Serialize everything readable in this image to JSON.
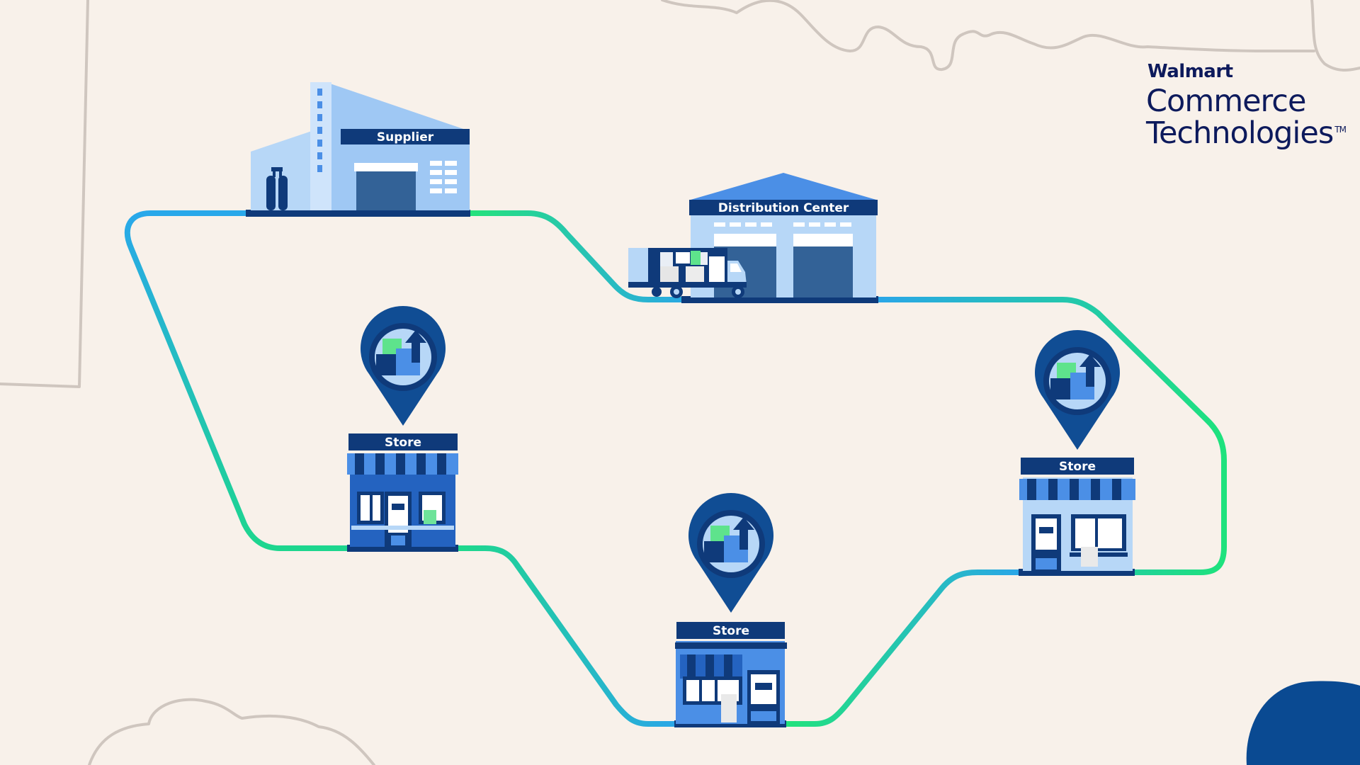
{
  "brand": {
    "name": "Walmart",
    "line1": "Commerce",
    "line2": "Technologies",
    "tm": "TM"
  },
  "labels": {
    "supplier": "Supplier",
    "distribution_center": "Distribution Center",
    "store": "Store"
  },
  "icons": {
    "pin": "inventory-location-pin-icon",
    "truck": "delivery-truck-icon",
    "supplier": "factory-icon",
    "warehouse": "warehouse-icon",
    "store": "storefront-icon"
  },
  "colors": {
    "background": "#f8f1ea",
    "route_blue": "#29a8ea",
    "route_green": "#1de87a",
    "navy": "#0f3a7a",
    "mid_blue": "#4b8fe6",
    "light_blue": "#b7d7f7",
    "brand_text": "#0d1a5c"
  }
}
